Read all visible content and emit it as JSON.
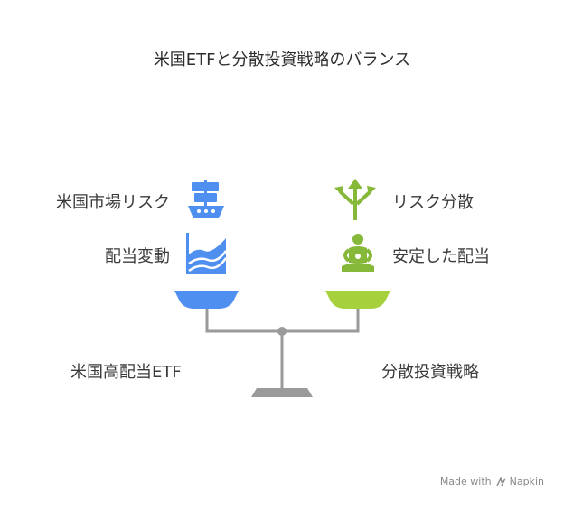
{
  "title": "米国ETFと分散投資戦略のバランス",
  "left": {
    "factors": [
      "米国市場リスク",
      "配当変動"
    ],
    "base_label": "米国高配当ETF",
    "color": "#4e8ff0"
  },
  "right": {
    "factors": [
      "リスク分散",
      "安定した配当"
    ],
    "base_label": "分散投資戦略",
    "color": "#a6d13c"
  },
  "icons": {
    "left_1": "ship-icon",
    "left_2": "area-chart-icon",
    "right_1": "diverging-arrows-icon",
    "right_2": "meditation-icon"
  },
  "footer": {
    "text": "Made with",
    "brand": "Napkin"
  }
}
